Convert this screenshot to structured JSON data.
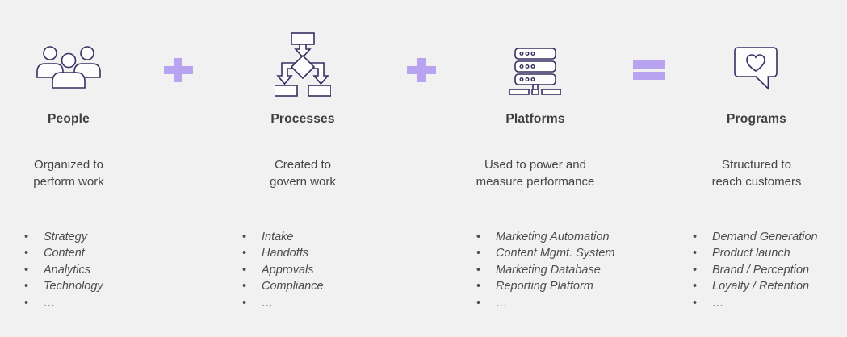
{
  "page": {
    "background_color": "#f1f1f1",
    "icon_stroke_color": "#363062",
    "operator_color": "#b7a3ef",
    "text_color": "#454545"
  },
  "operators": {
    "first": "+",
    "second": "+",
    "result": "="
  },
  "columns": [
    {
      "icon": "people-group-icon",
      "title": "People",
      "description_lines": [
        "Organized to",
        "perform work"
      ],
      "bullets": [
        "Strategy",
        "Content",
        "Analytics",
        "Technology",
        "…"
      ]
    },
    {
      "icon": "flowchart-icon",
      "title": "Processes",
      "description_lines": [
        "Created to",
        "govern work"
      ],
      "bullets": [
        "Intake",
        "Handoffs",
        "Approvals",
        "Compliance",
        "…"
      ]
    },
    {
      "icon": "server-stack-icon",
      "title": "Platforms",
      "description_lines": [
        "Used to power and",
        "measure performance"
      ],
      "bullets": [
        "Marketing Automation",
        "Content Mgmt. System",
        "Marketing Database",
        "Reporting Platform",
        "…"
      ]
    },
    {
      "icon": "chat-heart-icon",
      "title": "Programs",
      "description_lines": [
        "Structured to",
        "reach customers"
      ],
      "bullets": [
        "Demand Generation",
        "Product launch",
        "Brand / Perception",
        "Loyalty / Retention",
        "…"
      ]
    }
  ]
}
